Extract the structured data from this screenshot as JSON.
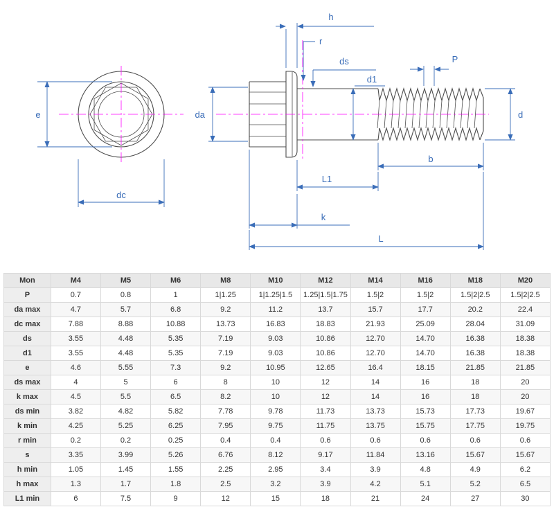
{
  "drawing": {
    "description": "12-point flange bolt technical drawing, front view and side view",
    "colors": {
      "dimension": "#3a6db8",
      "outline": "#4d4d4d",
      "centerline": "#ff00ff"
    },
    "labels": {
      "h": "h",
      "r": "r",
      "ds": "ds",
      "d1": "d1",
      "P": "P",
      "e": "e",
      "da": "da",
      "d": "d",
      "dc": "dc",
      "b": "b",
      "L1": "L1",
      "k": "k",
      "L": "L"
    }
  },
  "table": {
    "columns": [
      "Mon",
      "M4",
      "M5",
      "M6",
      "M8",
      "M10",
      "M12",
      "M14",
      "M16",
      "M18",
      "M20"
    ],
    "rows": [
      {
        "label": "P",
        "values": [
          "0.7",
          "0.8",
          "1",
          "1|1.25",
          "1|1.25|1.5",
          "1.25|1.5|1.75",
          "1.5|2",
          "1.5|2",
          "1.5|2|2.5",
          "1.5|2|2.5"
        ]
      },
      {
        "label": "da max",
        "values": [
          "4.7",
          "5.7",
          "6.8",
          "9.2",
          "11.2",
          "13.7",
          "15.7",
          "17.7",
          "20.2",
          "22.4"
        ]
      },
      {
        "label": "dc max",
        "values": [
          "7.88",
          "8.88",
          "10.88",
          "13.73",
          "16.83",
          "18.83",
          "21.93",
          "25.09",
          "28.04",
          "31.09"
        ]
      },
      {
        "label": "ds",
        "values": [
          "3.55",
          "4.48",
          "5.35",
          "7.19",
          "9.03",
          "10.86",
          "12.70",
          "14.70",
          "16.38",
          "18.38"
        ]
      },
      {
        "label": "d1",
        "values": [
          "3.55",
          "4.48",
          "5.35",
          "7.19",
          "9.03",
          "10.86",
          "12.70",
          "14.70",
          "16.38",
          "18.38"
        ]
      },
      {
        "label": "e",
        "values": [
          "4.6",
          "5.55",
          "7.3",
          "9.2",
          "10.95",
          "12.65",
          "16.4",
          "18.15",
          "21.85",
          "21.85"
        ]
      },
      {
        "label": "ds max",
        "values": [
          "4",
          "5",
          "6",
          "8",
          "10",
          "12",
          "14",
          "16",
          "18",
          "20"
        ]
      },
      {
        "label": "k max",
        "values": [
          "4.5",
          "5.5",
          "6.5",
          "8.2",
          "10",
          "12",
          "14",
          "16",
          "18",
          "20"
        ]
      },
      {
        "label": "ds min",
        "values": [
          "3.82",
          "4.82",
          "5.82",
          "7.78",
          "9.78",
          "11.73",
          "13.73",
          "15.73",
          "17.73",
          "19.67"
        ]
      },
      {
        "label": "k min",
        "values": [
          "4.25",
          "5.25",
          "6.25",
          "7.95",
          "9.75",
          "11.75",
          "13.75",
          "15.75",
          "17.75",
          "19.75"
        ]
      },
      {
        "label": "r min",
        "values": [
          "0.2",
          "0.2",
          "0.25",
          "0.4",
          "0.4",
          "0.6",
          "0.6",
          "0.6",
          "0.6",
          "0.6"
        ]
      },
      {
        "label": "s",
        "values": [
          "3.35",
          "3.99",
          "5.26",
          "6.76",
          "8.12",
          "9.17",
          "11.84",
          "13.16",
          "15.67",
          "15.67"
        ]
      },
      {
        "label": "h min",
        "values": [
          "1.05",
          "1.45",
          "1.55",
          "2.25",
          "2.95",
          "3.4",
          "3.9",
          "4.8",
          "4.9",
          "6.2"
        ]
      },
      {
        "label": "h max",
        "values": [
          "1.3",
          "1.7",
          "1.8",
          "2.5",
          "3.2",
          "3.9",
          "4.2",
          "5.1",
          "5.2",
          "6.5"
        ]
      },
      {
        "label": "L1 min",
        "values": [
          "6",
          "7.5",
          "9",
          "12",
          "15",
          "18",
          "21",
          "24",
          "27",
          "30"
        ]
      }
    ]
  }
}
